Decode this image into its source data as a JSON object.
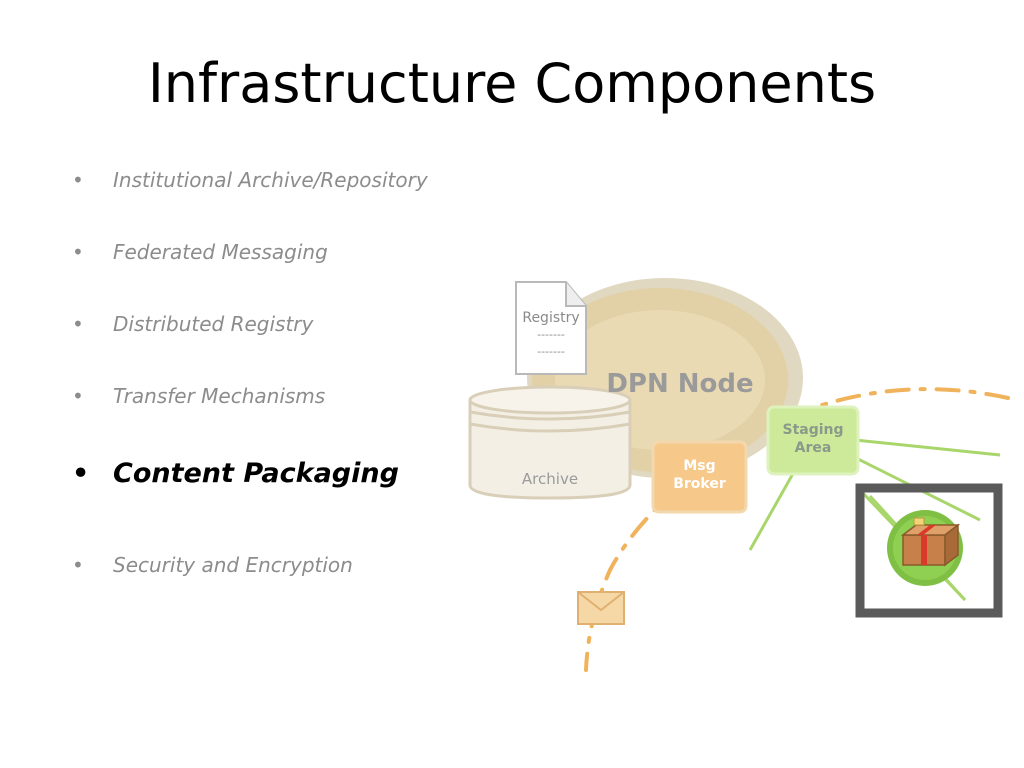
{
  "slide": {
    "title": "Infrastructure Components",
    "bullets": [
      {
        "label": "Institutional Archive/Repository",
        "active": false
      },
      {
        "label": "Federated Messaging",
        "active": false
      },
      {
        "label": "Distributed Registry",
        "active": false
      },
      {
        "label": "Transfer Mechanisms",
        "active": false
      },
      {
        "label": "Content Packaging",
        "active": true
      },
      {
        "label": "Security and Encryption",
        "active": false
      }
    ],
    "bullet_glyph": "•"
  },
  "diagram": {
    "node_label": "DPN Node",
    "registry_label": "Registry",
    "registry_lines": [
      "-------",
      "-------"
    ],
    "archive_label": "Archive",
    "broker_label": [
      "Msg",
      "Broker"
    ],
    "staging_label": [
      "Staging",
      "Area"
    ],
    "icons": [
      "document-icon",
      "database-icon",
      "envelope-icon",
      "package-icon"
    ],
    "colors": {
      "node_fill": "#e2d0a6",
      "broker_fill": "#f6c98a",
      "staging_fill": "#cdea9a",
      "connector_orange": "#f0b25a",
      "connector_green": "#a9d66a",
      "frame": "#5a5a5a",
      "package_circle": "#7fc044"
    }
  }
}
